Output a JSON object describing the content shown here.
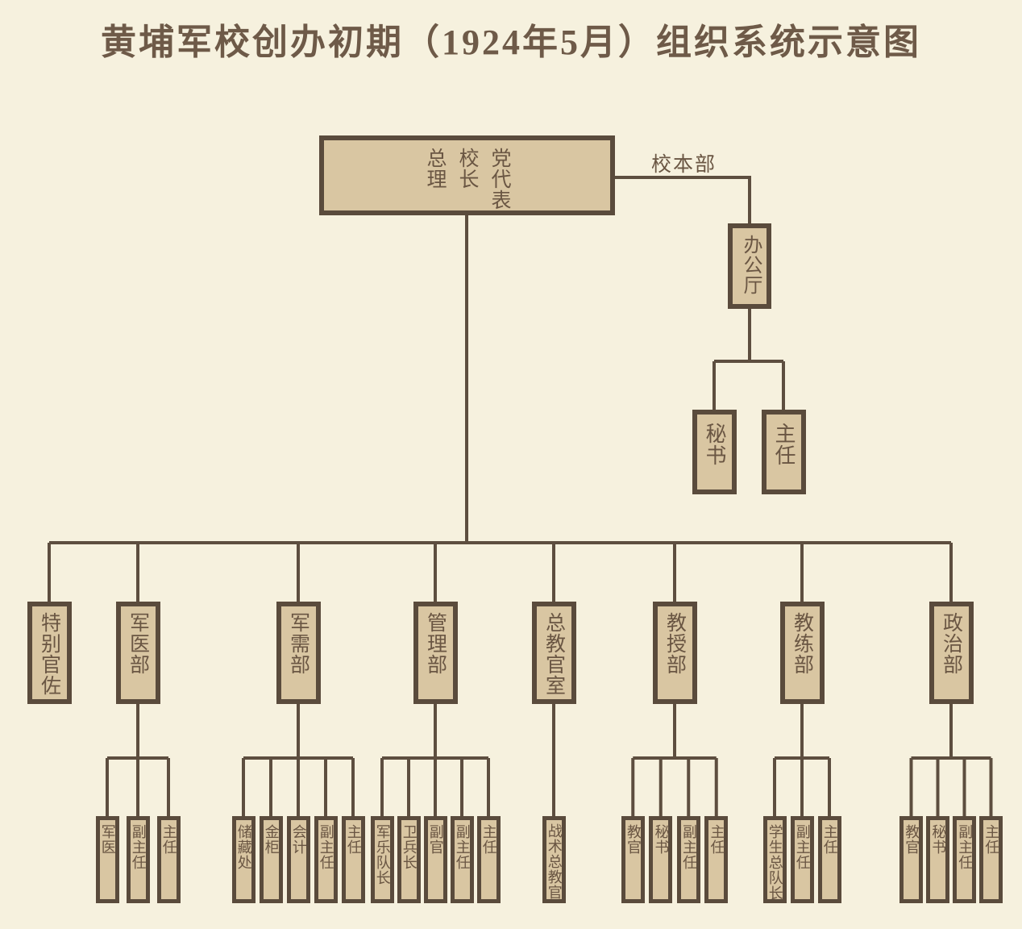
{
  "title": "黄埔军校创办初期（1924年5月）组织系统示意图",
  "root": {
    "titles": [
      "总理",
      "校长",
      "党代表"
    ]
  },
  "headquarters_label": "校本部",
  "office": {
    "label": "办公厅",
    "children": [
      "秘书",
      "主任"
    ]
  },
  "departments": [
    {
      "label": "特别官佐",
      "children": []
    },
    {
      "label": "军医部",
      "children": [
        "军医",
        "副主任",
        "主任"
      ]
    },
    {
      "label": "军需部",
      "children": [
        "储藏处",
        "金柜",
        "会计",
        "副主任",
        "主任"
      ]
    },
    {
      "label": "管理部",
      "children": [
        "军乐队长",
        "卫兵长",
        "副官",
        "副主任",
        "主任"
      ]
    },
    {
      "label": "总教官室",
      "children": [
        "战术总教官"
      ]
    },
    {
      "label": "教授部",
      "children": [
        "教官",
        "秘书",
        "副主任",
        "主任"
      ]
    },
    {
      "label": "教练部",
      "children": [
        "学生总队长",
        "副主任",
        "主任"
      ]
    },
    {
      "label": "政治部",
      "children": [
        "教官",
        "秘书",
        "副主任",
        "主任"
      ]
    }
  ],
  "colors": {
    "background": "#f6f1de",
    "box_fill": "#d9c6a2",
    "box_border": "#5a4b3c",
    "line": "#5d4e3f",
    "text": "#6a5643",
    "title_text": "#6e5a48"
  }
}
